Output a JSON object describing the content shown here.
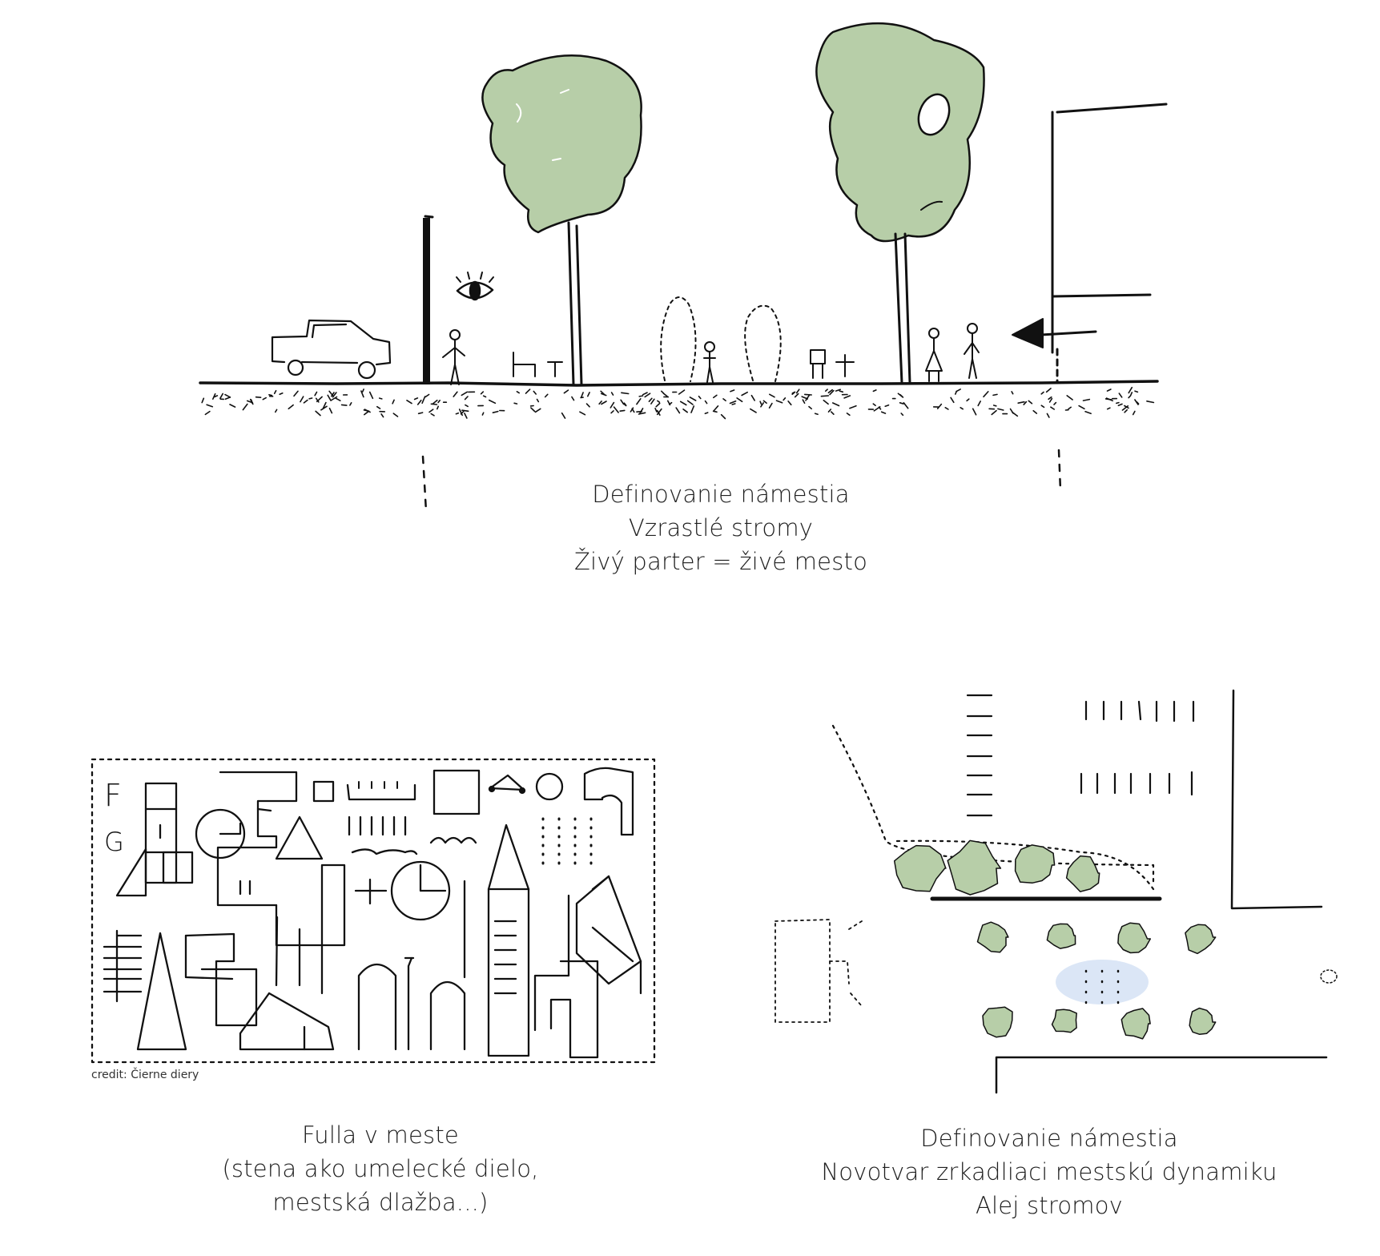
{
  "section_top": {
    "caption": [
      "Definovanie námestia",
      "Vzrastlé stromy",
      "Živý parter = živé mesto"
    ]
  },
  "section_bottom_left": {
    "credit": "credit: Čierne diery",
    "caption": [
      "Fulla v meste",
      "(stena ako umelecké dielo,",
      "mestská dlažba...)"
    ],
    "panel_glyphs": [
      "F",
      "G"
    ]
  },
  "section_bottom_right": {
    "caption": [
      "Definovanie námestia",
      "Novotvar zrkadliaci mestskú dynamiku",
      "Alej stromov"
    ]
  },
  "colors": {
    "tree_green": "#b7cea8",
    "ink": "#111111",
    "water_blue": "#dbe6f6"
  },
  "icons": [
    "eye-icon",
    "arrow-left-icon",
    "car-icon",
    "person-icon",
    "tree-icon"
  ]
}
